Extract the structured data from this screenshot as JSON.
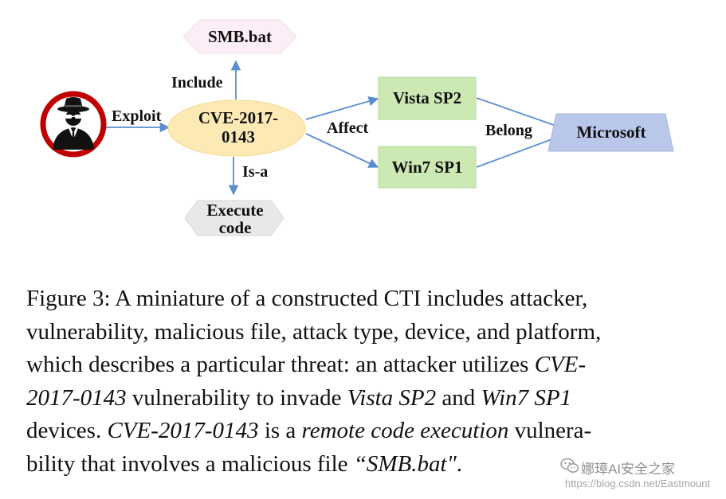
{
  "diagram": {
    "nodes": {
      "attacker": {
        "icon": "spy-attacker-icon"
      },
      "smb": {
        "label": "SMB.bat"
      },
      "cve": {
        "line1": "CVE-2017-",
        "line2": "0143"
      },
      "execute": {
        "line1": "Execute",
        "line2": "code"
      },
      "vista": {
        "label": "Vista SP2"
      },
      "win7": {
        "label": "Win7 SP1"
      },
      "microsoft": {
        "label": "Microsoft"
      }
    },
    "edges": {
      "exploit": "Exploit",
      "include": "Include",
      "isa": "Is-a",
      "affect": "Affect",
      "belong": "Belong"
    },
    "colors": {
      "smb_fill": "#fbeef6",
      "cve_fill": "#fde9b4",
      "execute_fill": "#e8e8e8",
      "device_fill": "#cce8b3",
      "microsoft_fill": "#b9c7ea",
      "edge_color": "#5b8ed0",
      "attacker_ring": "#c00000"
    }
  },
  "caption": {
    "l1": "Figure 3: A miniature of a constructed CTI includes attacker,",
    "l2": "vulnerability, malicious file, attack type, device, and platform,",
    "l3_a": "which describes a particular threat: an attacker utilizes ",
    "l3_i": "CVE-",
    "l4_i1": "2017-0143",
    "l4_a": " vulnerability to invade ",
    "l4_i2": "Vista SP2",
    "l4_b": " and ",
    "l4_i3": "Win7 SP1",
    "l5_a": "devices. ",
    "l5_i1": "CVE-2017-0143",
    "l5_b": " is a ",
    "l5_i2": "remote code execution",
    "l5_c": " vulnera-",
    "l6_a": "bility that involves a malicious file ",
    "l6_i": "“SMB.bat\"",
    "l6_b": "."
  },
  "watermark": {
    "title": "娜璋AI安全之家",
    "url": "https://blog.csdn.net/Eastmount"
  }
}
